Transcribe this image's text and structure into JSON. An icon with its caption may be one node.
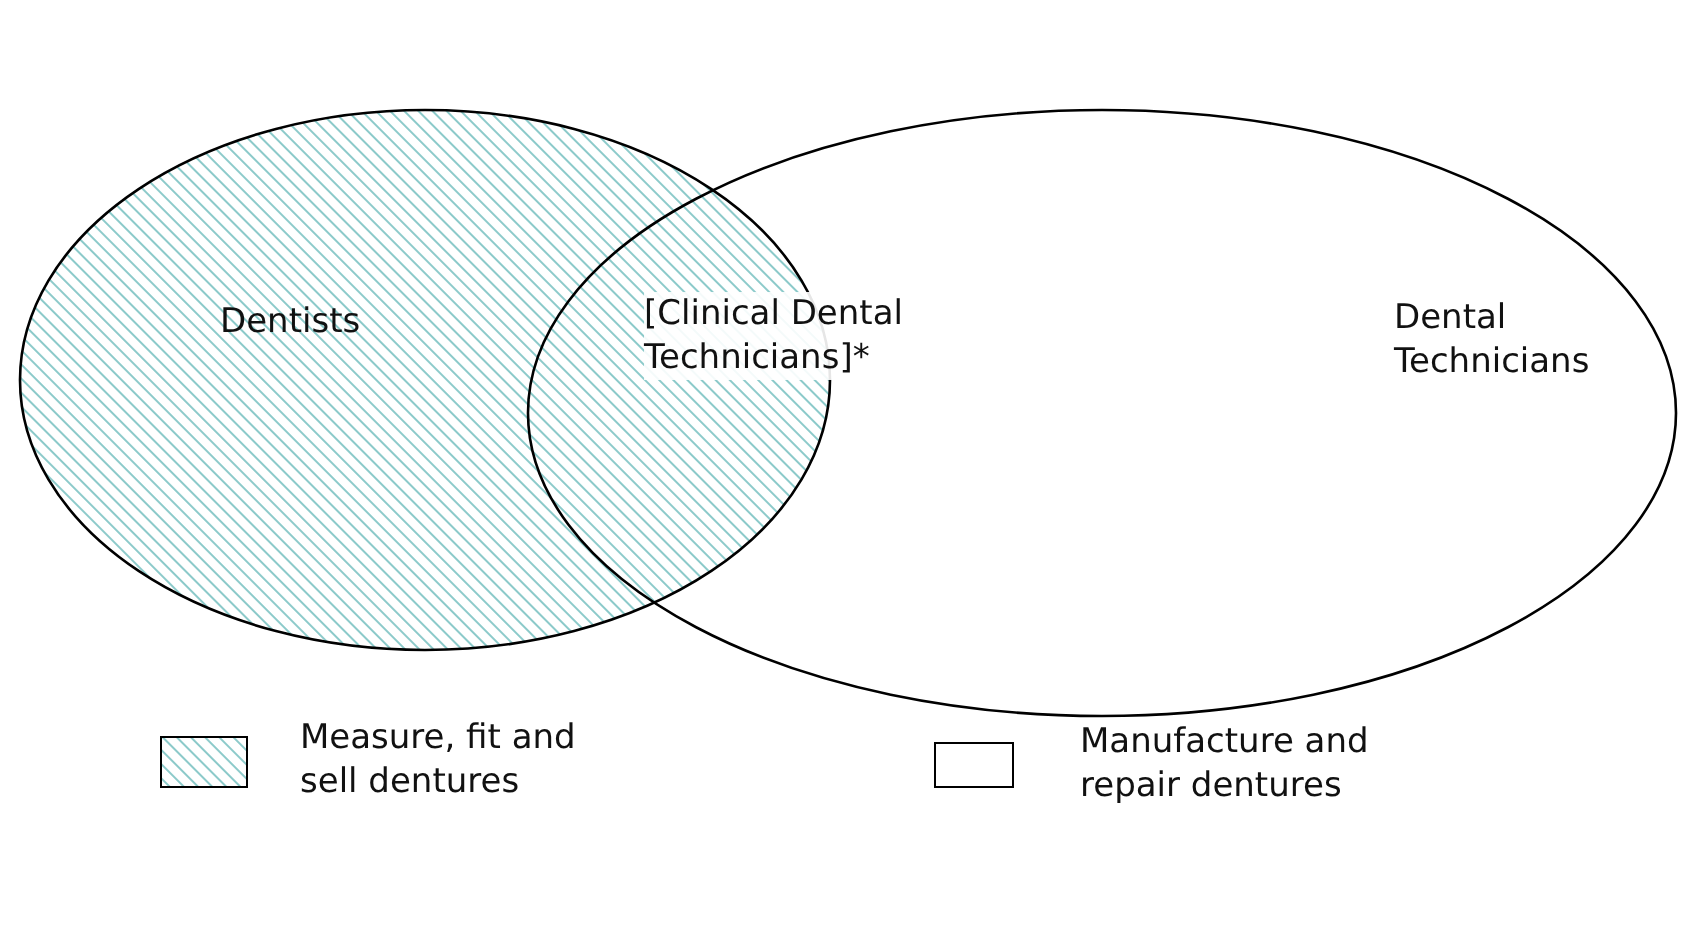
{
  "diagram": {
    "nodes": [
      {
        "text": [
          "Dentists"
        ]
      },
      {
        "text": [
          "Dental Technicians"
        ]
      }
    ],
    "edges": [],
    "labels": [
      "[Clinical Dental Technicians]*"
    ],
    "legend": [
      {
        "text": "Measure, fit and sell dentures"
      },
      {
        "text": "Manufacture and repair dentures"
      }
    ]
  }
}
